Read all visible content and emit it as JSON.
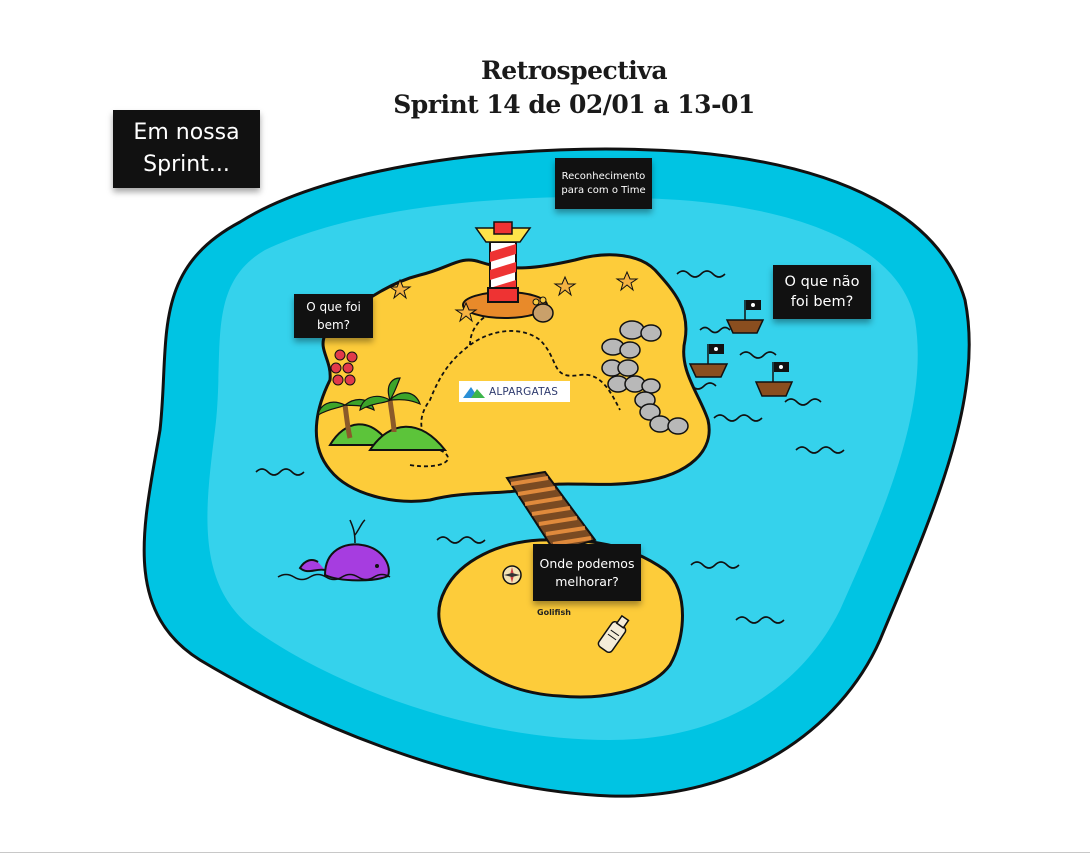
{
  "board": {
    "title_line1": "Retrospectiva",
    "title_line2": "Sprint 14 de 02/01 a 13-01"
  },
  "notes": {
    "intro": {
      "line1": "Em nossa",
      "line2": "Sprint..."
    },
    "recognition": {
      "line1": "Reconhecimento",
      "line2": "para com o Time"
    },
    "went_well": {
      "line1": "O que foi",
      "line2": "bem?"
    },
    "went_wrong": {
      "line1": "O que não",
      "line2": "foi bem?"
    },
    "improve": {
      "line1": "Onde podemos",
      "line2": "melhorar?"
    }
  },
  "logo": {
    "text": "ALPARGATAS"
  },
  "island_label": "Golifish",
  "colors": {
    "ocean_outer": "#00c4e3",
    "ocean_inner": "#35d2ec",
    "sand": "#fdcc3a",
    "note_bg": "#111111",
    "whale": "#a63de0"
  }
}
